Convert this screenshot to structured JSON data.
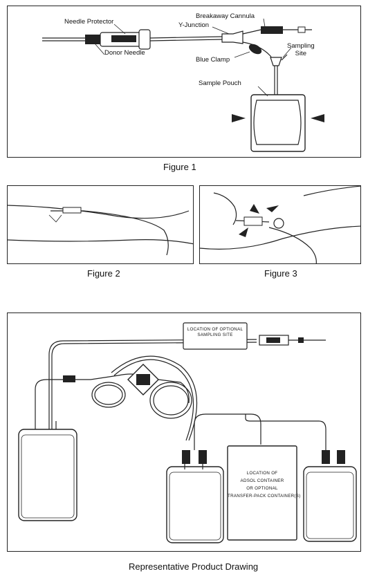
{
  "figure1": {
    "caption": "Figure 1",
    "labels": {
      "needle_protector": "Needle Protector",
      "breakaway_cannula": "Breakaway Cannula",
      "y_junction": "Y-Junction",
      "donor_needle": "Donor Needle",
      "sampling_site": "Sampling\nSite",
      "blue_clamp": "Blue Clamp",
      "sample_pouch": "Sample Pouch"
    }
  },
  "figure2": {
    "caption": "Figure 2"
  },
  "figure3": {
    "caption": "Figure 3"
  },
  "product_drawing": {
    "caption": "Representative Product Drawing",
    "optional_sampling_site": "LOCATION OF OPTIONAL\nSAMPLING SITE",
    "adsol_container": "LOCATION OF\nADSOL CONTAINER\nOR OPTIONAL\nTRANSFER-PACK CONTAINER(S)"
  }
}
